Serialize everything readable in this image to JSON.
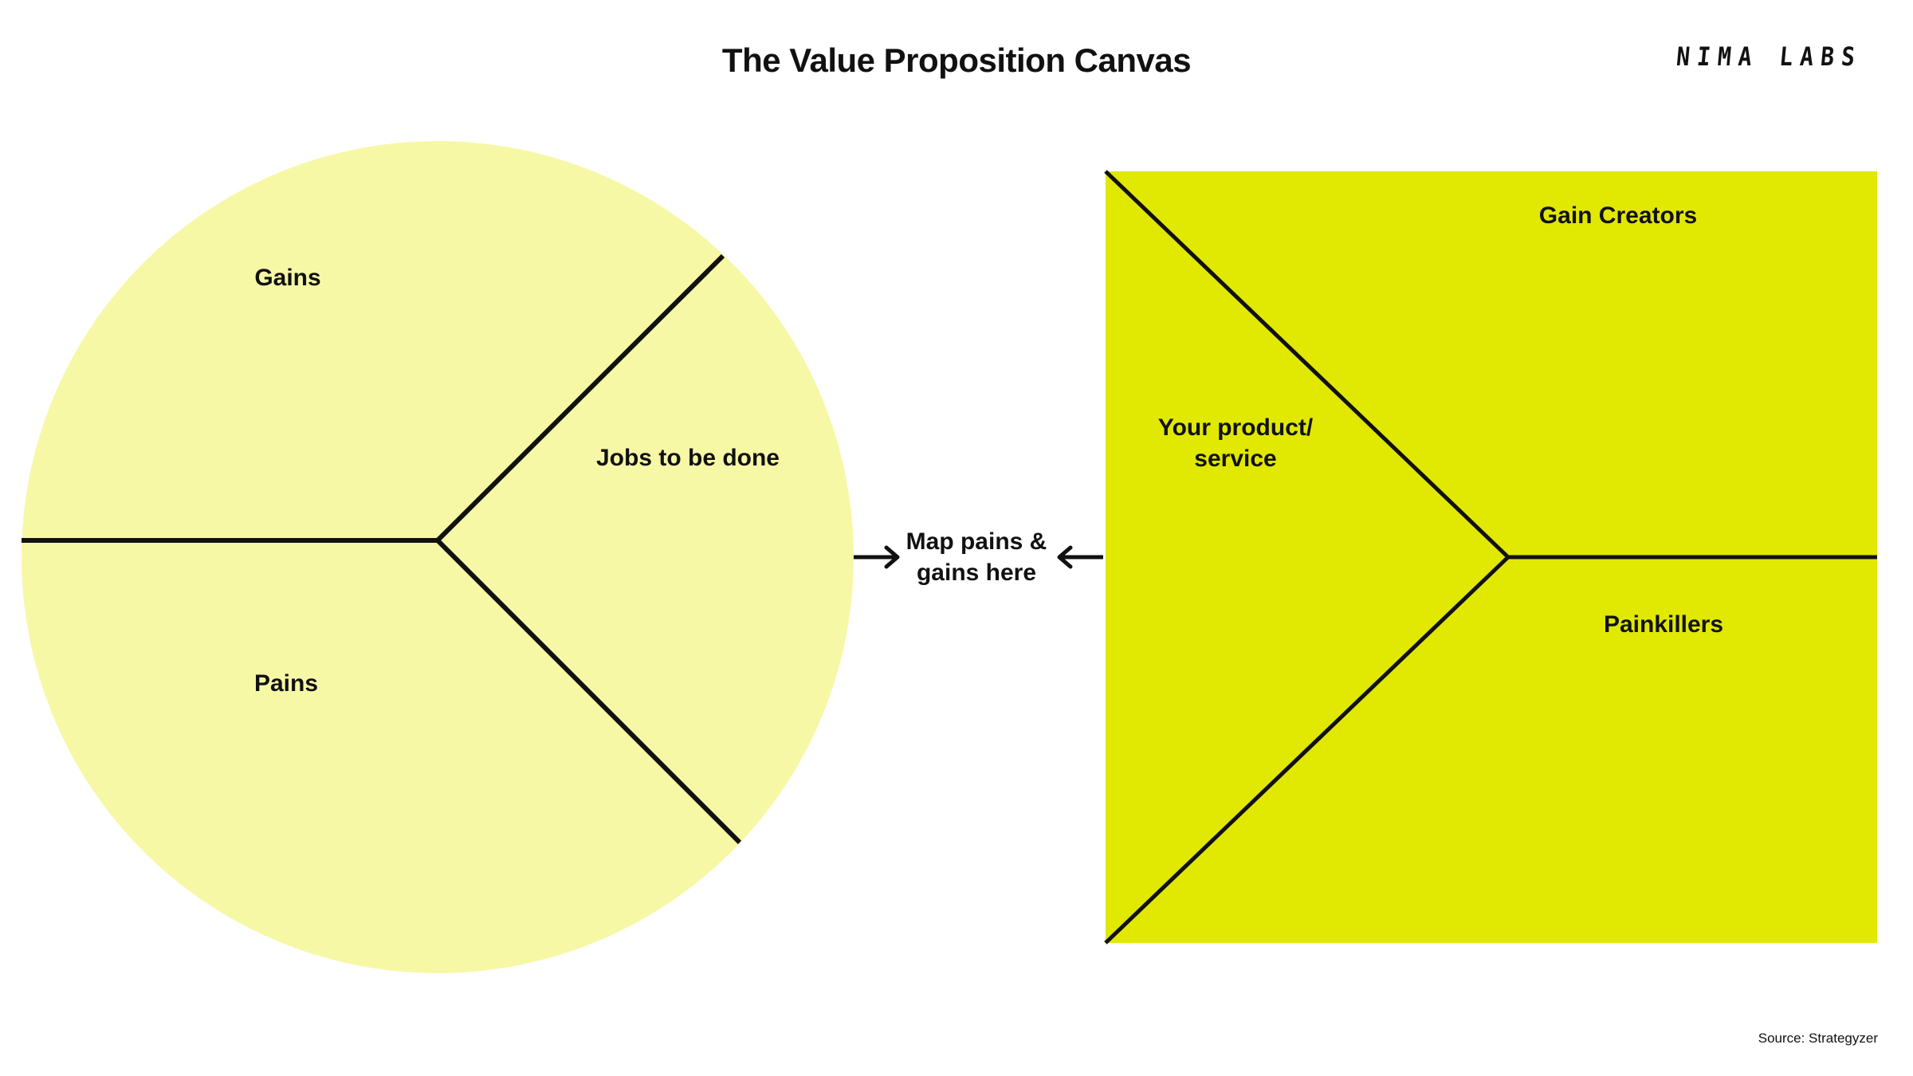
{
  "header": {
    "title": "The Value Proposition Canvas",
    "logo_text": "NIMA LABS"
  },
  "customer_profile": {
    "fill_color": "#F7F8A6",
    "sections": {
      "gains": "Gains",
      "pains": "Pains",
      "jobs": "Jobs to be done"
    }
  },
  "value_map": {
    "fill_color": "#E1E802",
    "sections": {
      "gain_creators": "Gain Creators",
      "painkillers": "Painkillers",
      "product_line1": "Your product/",
      "product_line2": "service"
    }
  },
  "connector": {
    "line1": "Map pains &",
    "line2": "gains here"
  },
  "footer": {
    "source": "Source: Strategyzer"
  }
}
